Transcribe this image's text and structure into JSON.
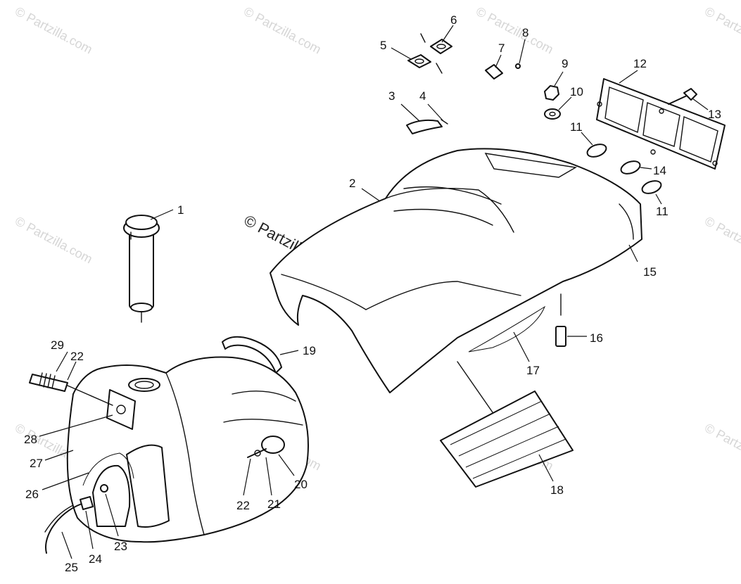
{
  "watermark": {
    "repeat_text": "© Partzilla.com",
    "center_text": "© Partzilla.com"
  },
  "callouts": {
    "c1": "1",
    "c2": "2",
    "c3": "3",
    "c4": "4",
    "c5": "5",
    "c6": "6",
    "c7": "7",
    "c8": "8",
    "c9": "9",
    "c10": "10",
    "c11a": "11",
    "c11b": "11",
    "c12": "12",
    "c13": "13",
    "c14": "14",
    "c15": "15",
    "c16": "16",
    "c17": "17",
    "c18": "18",
    "c19": "19",
    "c20": "20",
    "c21": "21",
    "c22a": "22",
    "c22b": "22",
    "c23": "23",
    "c24": "24",
    "c25": "25",
    "c26": "26",
    "c27": "27",
    "c28": "28",
    "c29": "29"
  }
}
